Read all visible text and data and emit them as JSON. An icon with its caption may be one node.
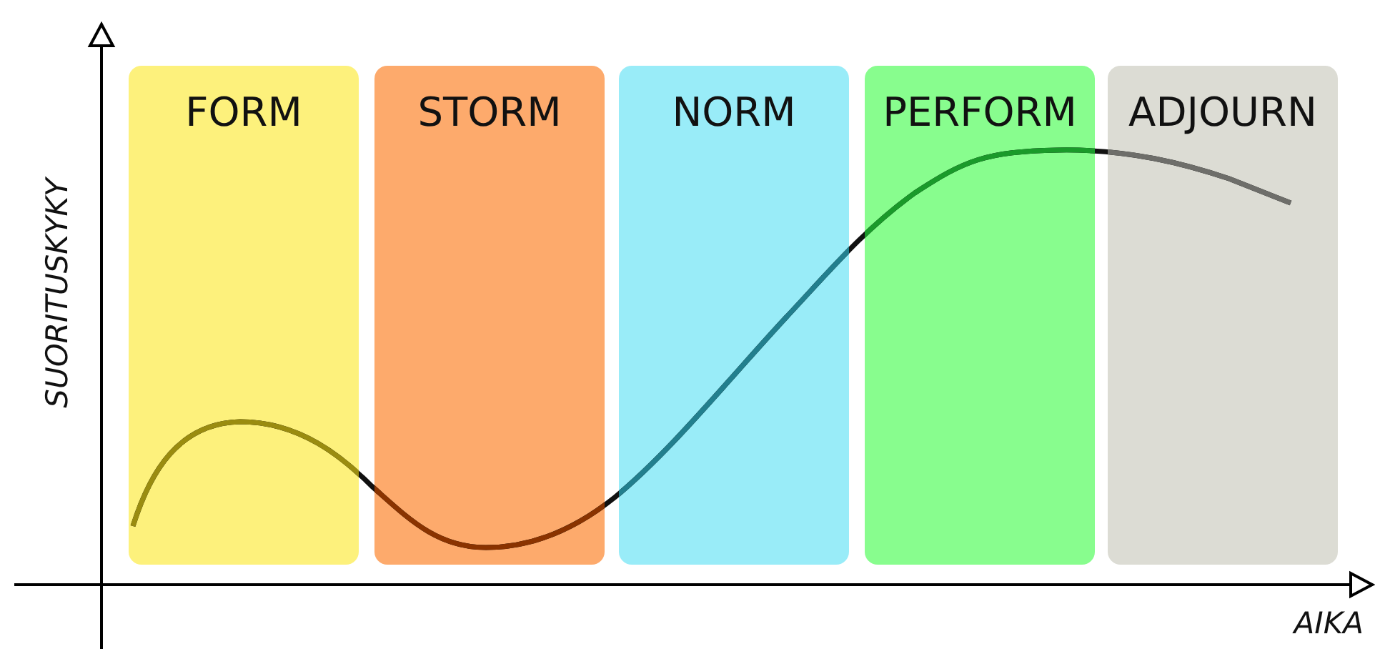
{
  "diagram": {
    "nodes": [
      {
        "text": [
          "FORM"
        ]
      },
      {
        "text": [
          "STORM"
        ]
      },
      {
        "text": [
          "NORM"
        ]
      },
      {
        "text": [
          "PERFORM"
        ]
      },
      {
        "text": [
          "ADJOURN"
        ]
      }
    ],
    "labels": [
      "SUORITUSKYKY",
      "AIKA"
    ]
  }
}
